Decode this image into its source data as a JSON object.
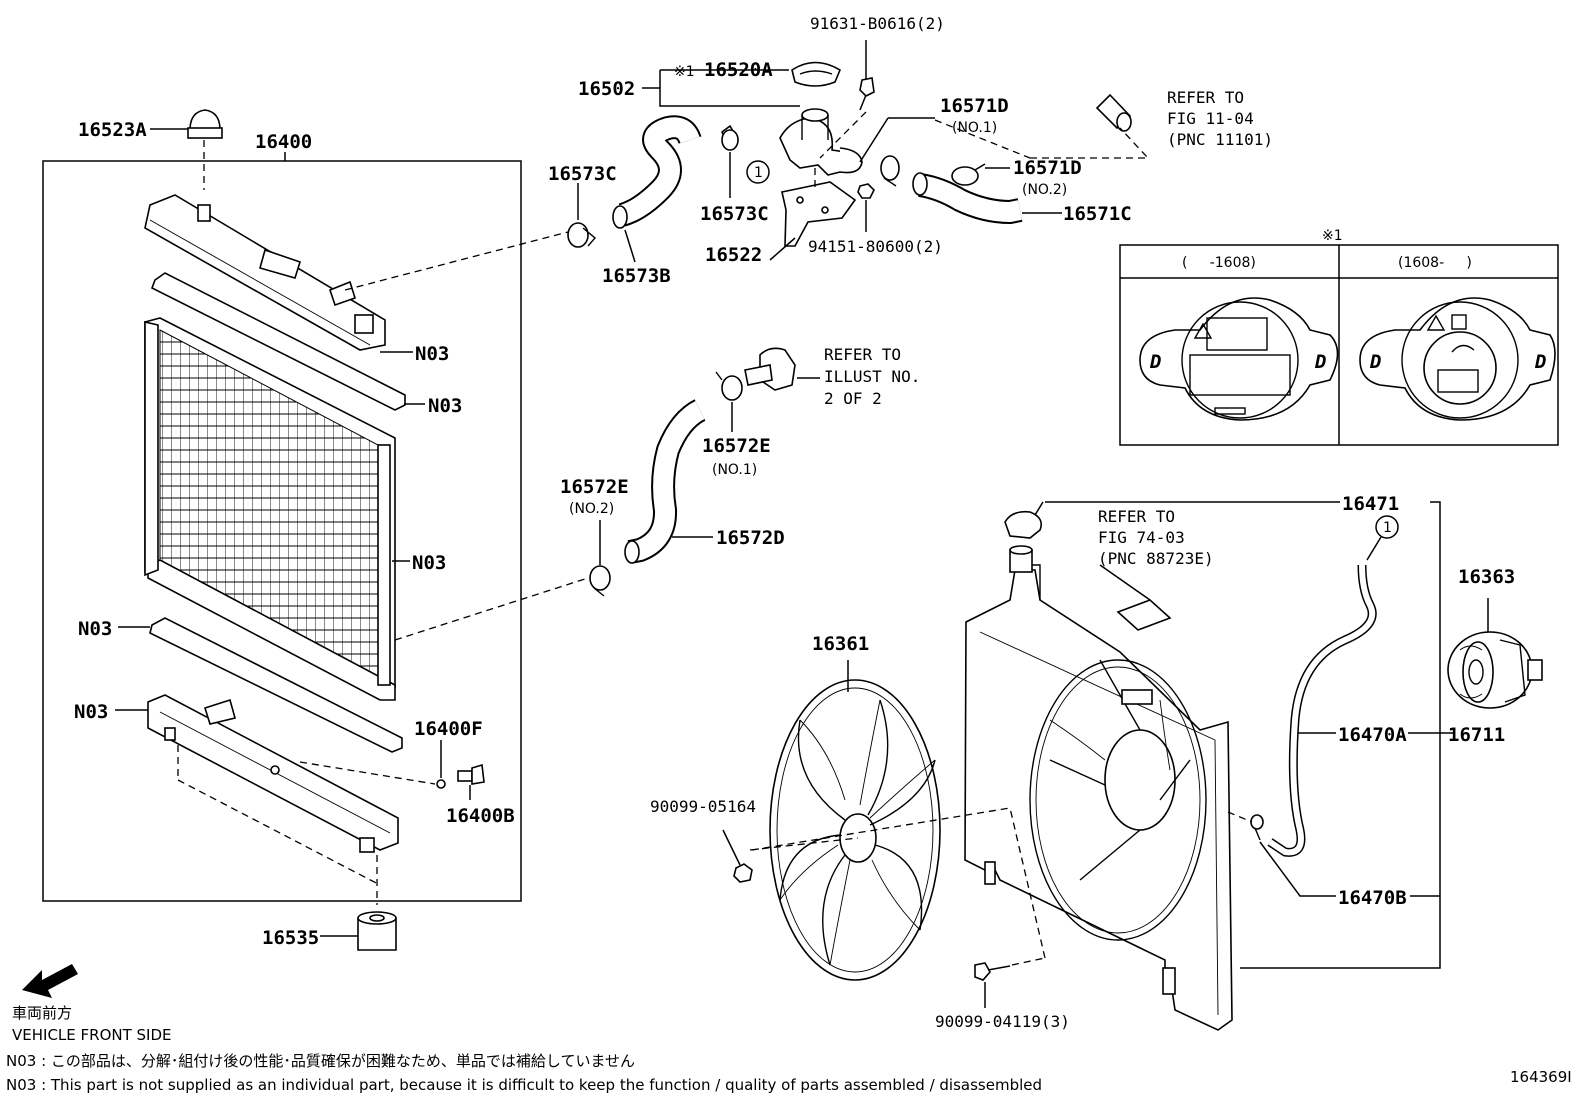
{
  "labels": {
    "p16523A": "16523A",
    "p16400": "16400",
    "p16502": "16502",
    "p16520A": "16520A",
    "p16520A_mark": "※1",
    "p91631": "91631-B0616(2)",
    "p16571D_1": "16571D",
    "p16571D_1_sub": "(NO.1)",
    "p16571D_2": "16571D",
    "p16571D_2_sub": "(NO.2)",
    "p16571C": "16571C",
    "p16573C_a": "16573C",
    "p16573C_b": "16573C",
    "p16573B": "16573B",
    "p16522": "16522",
    "p94151": "94151-80600(2)",
    "n03_1": "N03",
    "n03_2": "N03",
    "n03_3": "N03",
    "n03_4": "N03",
    "n03_5": "N03",
    "p16572E_1": "16572E",
    "p16572E_1_sub": "(NO.1)",
    "p16572E_2": "16572E",
    "p16572E_2_sub": "(NO.2)",
    "p16572D": "16572D",
    "p16400F": "16400F",
    "p16400B": "16400B",
    "p16535": "16535",
    "p16471": "16471",
    "p16363": "16363",
    "p16361": "16361",
    "p16470A": "16470A",
    "p16711": "16711",
    "p16470B": "16470B",
    "p90099_05164": "90099-05164",
    "p90099_04119": "90099-04119(3)",
    "circle_1a": "1",
    "circle_1b": "1"
  },
  "refs": {
    "fig11": [
      "REFER TO",
      "FIG 11-04",
      "(PNC 11101)"
    ],
    "illust": [
      "REFER TO",
      "ILLUST NO.",
      "2 OF 2"
    ],
    "fig74": [
      "REFER TO",
      "FIG 74-03",
      "(PNC 88723E)"
    ]
  },
  "inset": {
    "mark": "※1",
    "col1": "(     -1608)",
    "col2": "(1608-     )"
  },
  "footer": {
    "arrow_jp": "車両前方",
    "arrow_en": "VEHICLE FRONT SIDE",
    "note_jp": "N03 : この部品は、分解･組付け後の性能･品質確保が困難なため、単品では補給していません",
    "note_en": "N03 : This part is not supplied as an individual part, because it is difficult to keep the function / quality of parts assembled / disassembled",
    "figure_id": "164369I"
  }
}
